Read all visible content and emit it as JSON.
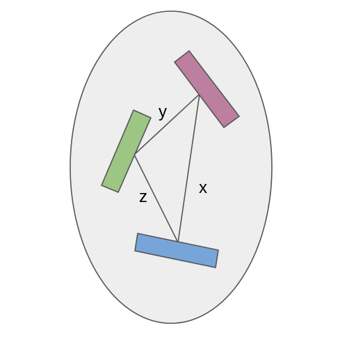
{
  "diagram": {
    "container": {
      "fill": "#eeeeee",
      "stroke": "#555555"
    },
    "blocks": [
      {
        "id": "magenta",
        "fill": "#bc7fa0",
        "stroke": "#555555"
      },
      {
        "id": "green",
        "fill": "#9dc583",
        "stroke": "#555555"
      },
      {
        "id": "blue",
        "fill": "#77a5d9",
        "stroke": "#555555"
      }
    ],
    "edges": [
      {
        "id": "x",
        "label": "x",
        "from": "magenta",
        "to": "blue"
      },
      {
        "id": "y",
        "label": "y",
        "from": "green",
        "to": "magenta"
      },
      {
        "id": "z",
        "label": "z",
        "from": "green",
        "to": "blue"
      }
    ],
    "edge_color": "#555555"
  }
}
